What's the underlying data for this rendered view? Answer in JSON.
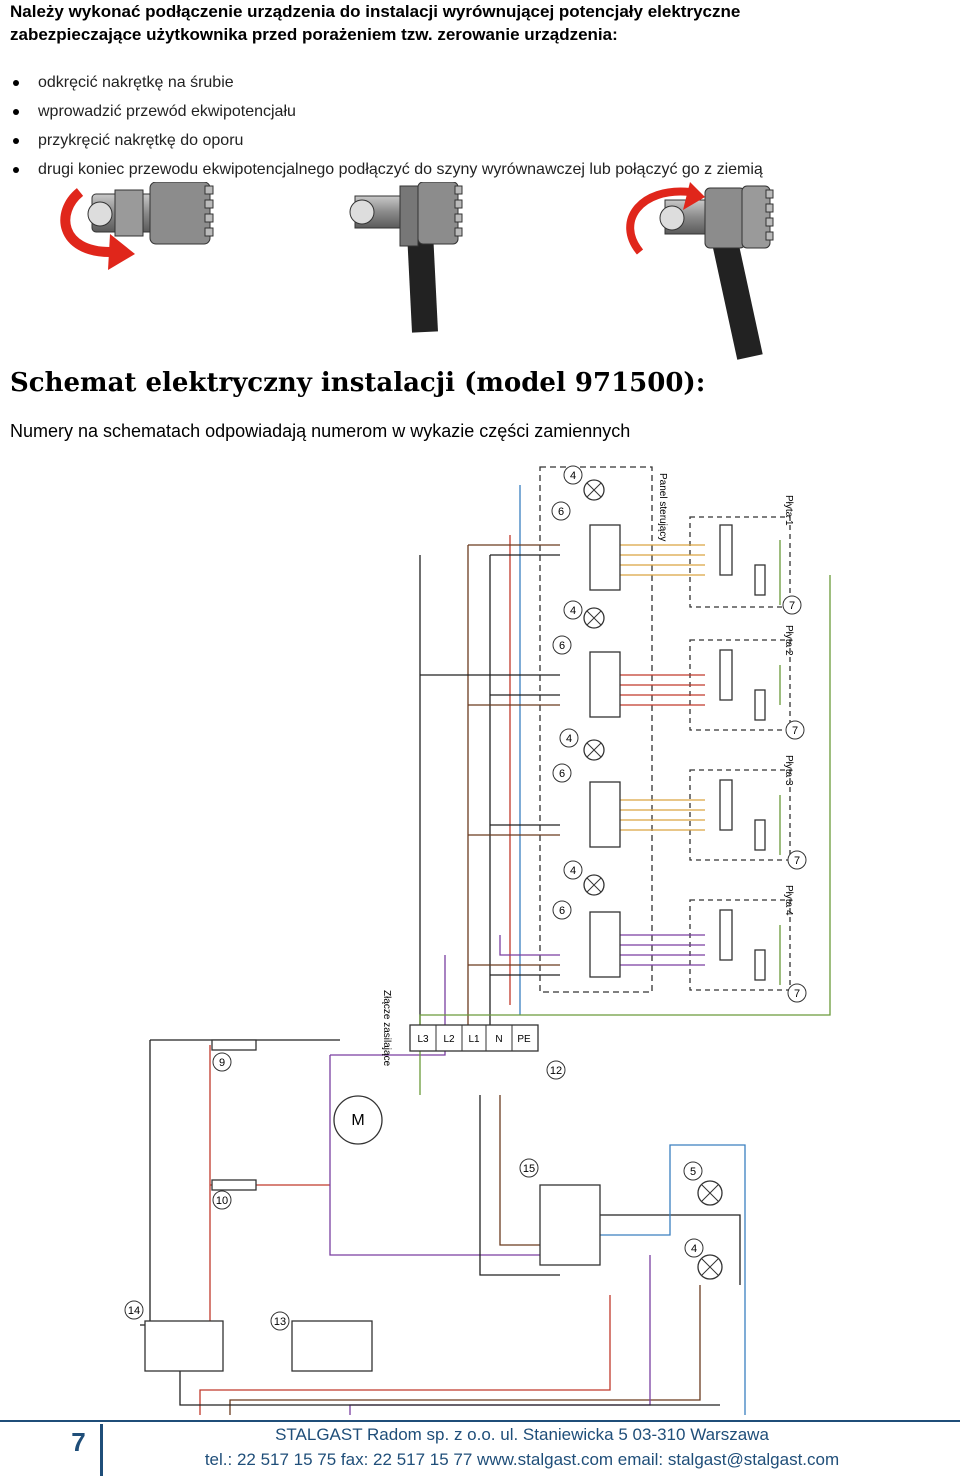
{
  "intro": {
    "line1": "Należy wykonać podłączenie urządzenia do instalacji wyrównującej potencjały elektryczne",
    "line2": "zabezpieczające użytkownika przed porażeniem tzw. zerowanie urządzenia:"
  },
  "steps": [
    "odkręcić nakrętkę na śrubie",
    "wprowadzić przewód ekwipotencjału",
    "przykręcić nakrętkę do oporu",
    "drugi koniec przewodu ekwipotencjalnego podłączyć do szyny wyrównawczej lub połączyć go z ziemią"
  ],
  "schema": {
    "title": "Schemat elektryczny instalacji (model 971500):",
    "subtitle": "Numery na schematach odpowiadają  numerom w wykazie części zamiennych"
  },
  "diagram_labels": {
    "panel": "Panel sterujący",
    "plyta1": "Płyta 1",
    "plyta2": "Płyta 2",
    "plyta3": "Płyta 3",
    "plyta4": "Płyta 4",
    "zlacze": "Złącze zasilające",
    "terminals": [
      "PE",
      "N",
      "L1",
      "L2",
      "L3"
    ],
    "part_numbers": [
      "4",
      "6",
      "7",
      "9",
      "10",
      "12",
      "13",
      "14",
      "15",
      "5"
    ],
    "motor": "M"
  },
  "footer": {
    "page": "7",
    "company": "STALGAST Radom sp. z o.o.  ul. Staniewicka 5  03-310 Warszawa",
    "contact": "tel.: 22 517 15 75  fax: 22 517 15 77  www.stalgast.com  email: stalgast@stalgast.com"
  },
  "colors": {
    "footer_blue": "#1f4e79",
    "arrow_red": "#e0261b"
  }
}
